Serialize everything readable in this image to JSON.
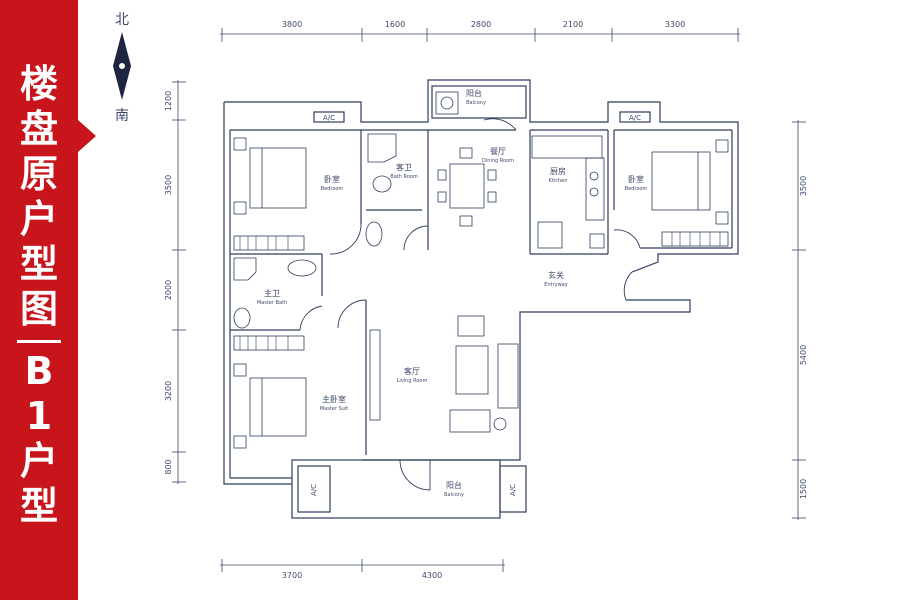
{
  "sidebar": {
    "title_chars": [
      "楼",
      "盘",
      "原",
      "户",
      "型",
      "图"
    ],
    "type_chars": [
      "B",
      "1",
      "户",
      "型"
    ]
  },
  "compass": {
    "north": "北",
    "south": "南"
  },
  "dimensions": {
    "top": [
      "3800",
      "1600",
      "2800",
      "2100",
      "3300"
    ],
    "bottom": [
      "3700",
      "4300"
    ],
    "left": [
      "1200",
      "3500",
      "2000",
      "3200",
      "800"
    ],
    "right": [
      "3500",
      "5400",
      "1500"
    ]
  },
  "rooms": {
    "balcony_top": {
      "zh": "阳台",
      "en": "Balcony"
    },
    "bedroom_left": {
      "zh": "卧室",
      "en": "Bedroom"
    },
    "bath_room": {
      "zh": "客卫",
      "en": "Bath Room"
    },
    "dining_room": {
      "zh": "餐厅",
      "en": "Dining Room"
    },
    "kitchen": {
      "zh": "厨房",
      "en": "Kitchen"
    },
    "bedroom_right": {
      "zh": "卧室",
      "en": "Bedroom"
    },
    "entryway": {
      "zh": "玄关",
      "en": "Entryway"
    },
    "master_bath": {
      "zh": "主卫",
      "en": "Master Bath"
    },
    "living_room": {
      "zh": "客厅",
      "en": "Living Room"
    },
    "master_suit": {
      "zh": "主卧室",
      "en": "Master Suit"
    },
    "balcony_bottom": {
      "zh": "阳台",
      "en": "Balcony"
    }
  },
  "ac_label": "A/C",
  "colors": {
    "accent": "#c8141b",
    "line": "#2f3d5c",
    "wall": "#ffffff"
  }
}
